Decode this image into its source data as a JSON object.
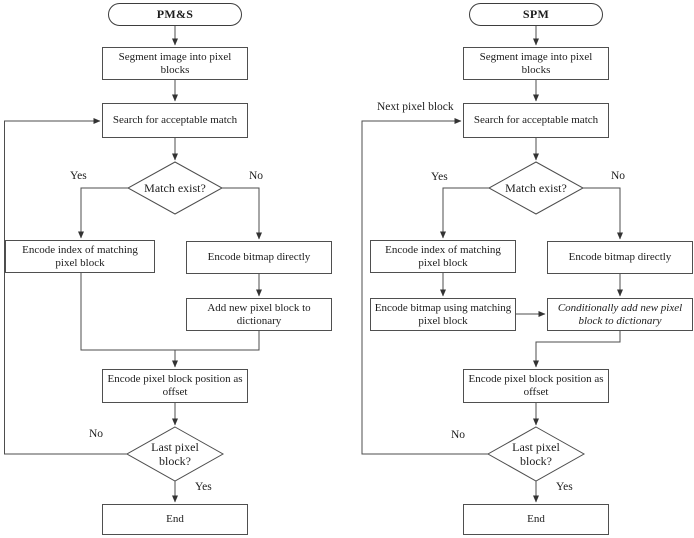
{
  "figure": {
    "background": "#ffffff",
    "line_color": "#4d4d4d",
    "text_color": "#1c1c1c"
  },
  "pms": {
    "title": "PM&S",
    "nodes": {
      "segment": "Segment image into pixel\nblocks",
      "search": "Search for acceptable match",
      "match_decision": "Match exist?",
      "encode_index": "Encode index of matching\npixel block",
      "encode_bitmap_directly": "Encode bitmap directly",
      "add_to_dictionary": "Add new pixel block to\ndictionary",
      "encode_position": "Encode pixel block position as\noffset",
      "last_block_decision": "Last pixel\nblock?",
      "end": "End"
    },
    "edge_labels": {
      "match_yes": "Yes",
      "match_no": "No",
      "last_no": "No",
      "last_yes": "Yes"
    }
  },
  "spm": {
    "title": "SPM",
    "nodes": {
      "segment": "Segment image into pixel\nblocks",
      "search": "Search for acceptable match",
      "match_decision": "Match exist?",
      "encode_index": "Encode index of matching\npixel block",
      "encode_bitmap_directly": "Encode bitmap directly",
      "encode_bitmap_matching": "Encode bitmap using matching\npixel block",
      "conditionally_add": "Conditionally add new pixel\nblock to dictionary",
      "encode_position": "Encode pixel block position as\noffset",
      "last_block_decision": "Last pixel\nblock?",
      "end": "End"
    },
    "edge_labels": {
      "next_block": "Next pixel block",
      "match_yes": "Yes",
      "match_no": "No",
      "last_no": "No",
      "last_yes": "Yes"
    }
  }
}
